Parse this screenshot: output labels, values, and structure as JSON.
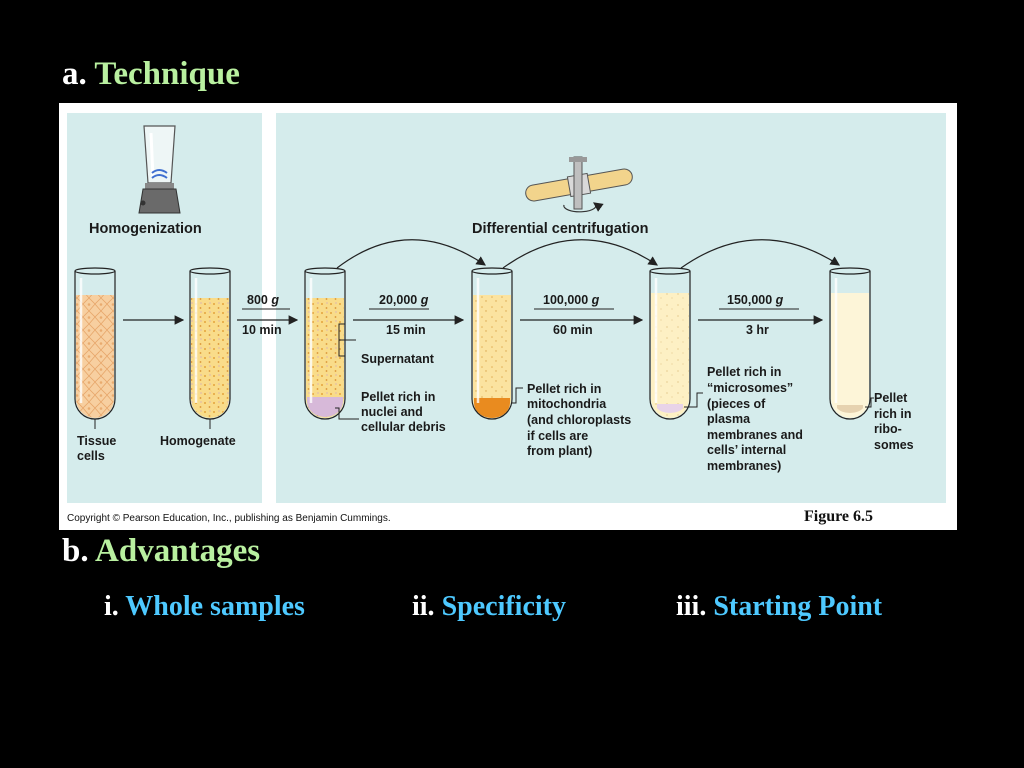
{
  "heading_a": {
    "prefix": "a. ",
    "label": "Technique"
  },
  "heading_b": {
    "prefix": "b. ",
    "label": "Advantages"
  },
  "advantages": [
    {
      "num": "i. ",
      "label": "Whole samples"
    },
    {
      "num": "ii. ",
      "label": "Specificity"
    },
    {
      "num": "iii. ",
      "label": "Starting Point"
    }
  ],
  "figure": {
    "homogenization_title": "Homogenization",
    "centrifugation_title": "Differential centrifugation",
    "tissue_label": [
      "Tissue",
      "cells"
    ],
    "homogenate_label": "Homogenate",
    "steps": [
      {
        "force": "800",
        "g": "g",
        "time": "10 min"
      },
      {
        "force": "20,000",
        "g": "g",
        "time": "15 min"
      },
      {
        "force": "100,000",
        "g": "g",
        "time": "60 min"
      },
      {
        "force": "150,000",
        "g": "g",
        "time": "3 hr"
      }
    ],
    "supernatant_label": "Supernatant",
    "pellet1": [
      "Pellet rich in",
      "nuclei and",
      "cellular debris"
    ],
    "pellet2": [
      "Pellet rich in",
      "mitochondria",
      "(and chloroplasts",
      "if cells are",
      "from plant)"
    ],
    "pellet3": [
      "Pellet rich in",
      "“microsomes”",
      "(pieces of",
      "plasma",
      "membranes and",
      "cells’ internal",
      "membranes)"
    ],
    "pellet4": [
      "Pellet",
      "rich in",
      "ribo-",
      "somes"
    ],
    "copyright": "Copyright © Pearson Education, Inc., publishing as Benjamin Cummings.",
    "caption": "Figure  6.5"
  }
}
